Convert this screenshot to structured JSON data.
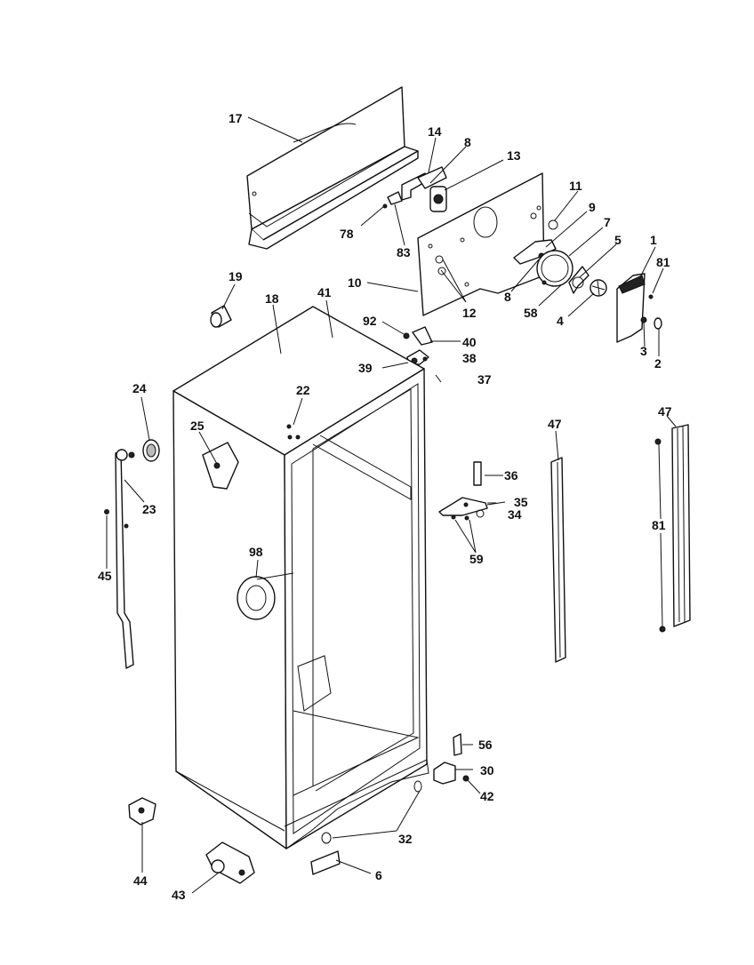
{
  "diagram": {
    "callouts": [
      {
        "id": "17",
        "text": "17"
      },
      {
        "id": "14",
        "text": "14"
      },
      {
        "id": "8a",
        "text": "8"
      },
      {
        "id": "13",
        "text": "13"
      },
      {
        "id": "78",
        "text": "78"
      },
      {
        "id": "83",
        "text": "83"
      },
      {
        "id": "11",
        "text": "11"
      },
      {
        "id": "9",
        "text": "9"
      },
      {
        "id": "7",
        "text": "7"
      },
      {
        "id": "5",
        "text": "5"
      },
      {
        "id": "1",
        "text": "1"
      },
      {
        "id": "81a",
        "text": "81"
      },
      {
        "id": "10",
        "text": "10"
      },
      {
        "id": "12",
        "text": "12"
      },
      {
        "id": "8b",
        "text": "8"
      },
      {
        "id": "58",
        "text": "58"
      },
      {
        "id": "4",
        "text": "4"
      },
      {
        "id": "3",
        "text": "3"
      },
      {
        "id": "2",
        "text": "2"
      },
      {
        "id": "19",
        "text": "19"
      },
      {
        "id": "18",
        "text": "18"
      },
      {
        "id": "41",
        "text": "41"
      },
      {
        "id": "92",
        "text": "92"
      },
      {
        "id": "40",
        "text": "40"
      },
      {
        "id": "38",
        "text": "38"
      },
      {
        "id": "39",
        "text": "39"
      },
      {
        "id": "37",
        "text": "37"
      },
      {
        "id": "24",
        "text": "24"
      },
      {
        "id": "22",
        "text": "22"
      },
      {
        "id": "25",
        "text": "25"
      },
      {
        "id": "23",
        "text": "23"
      },
      {
        "id": "45",
        "text": "45"
      },
      {
        "id": "47a",
        "text": "47"
      },
      {
        "id": "47b",
        "text": "47"
      },
      {
        "id": "36",
        "text": "36"
      },
      {
        "id": "35",
        "text": "35"
      },
      {
        "id": "34",
        "text": "34"
      },
      {
        "id": "59",
        "text": "59"
      },
      {
        "id": "81b",
        "text": "81"
      },
      {
        "id": "98",
        "text": "98"
      },
      {
        "id": "56",
        "text": "56"
      },
      {
        "id": "30",
        "text": "30"
      },
      {
        "id": "42",
        "text": "42"
      },
      {
        "id": "32",
        "text": "32"
      },
      {
        "id": "44",
        "text": "44"
      },
      {
        "id": "43",
        "text": "43"
      },
      {
        "id": "6",
        "text": "6"
      }
    ]
  }
}
